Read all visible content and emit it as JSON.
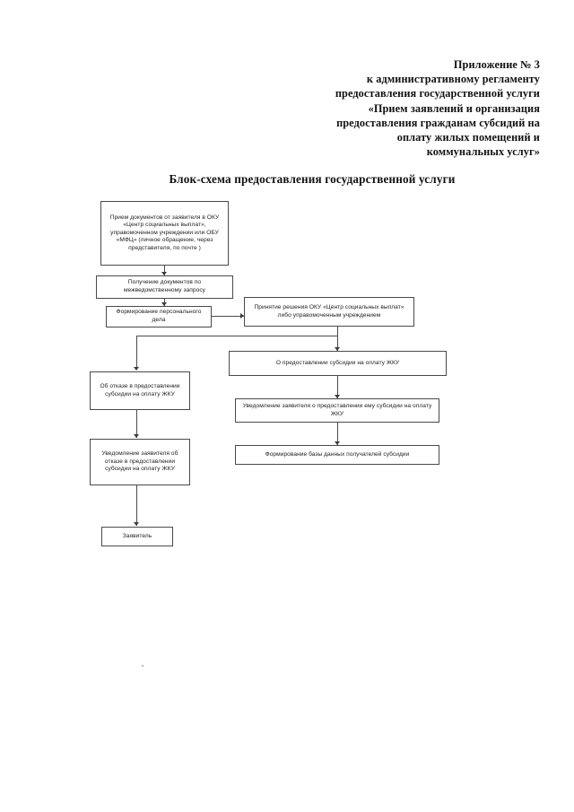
{
  "document": {
    "header_lines": [
      "Приложение № 3",
      "к административному  регламенту",
      "предоставления государственной услуги",
      "«Прием заявлений и организация",
      "предоставления гражданам субсидий на",
      "оплату жилых помещений и",
      "коммунальных услуг»"
    ],
    "title": "Блок-схема предоставления государственной услуги"
  },
  "chart_data": {
    "type": "diagram",
    "title": "Блок-схема предоставления государственной услуги",
    "nodes": [
      {
        "id": "intake",
        "label": "Прием документов от заявителя в ОКУ «Центр социальных выплат», управомоченном учреждении или  ОБУ «МФЦ» (личное обращение, через представителя, по почте )",
        "column": "left"
      },
      {
        "id": "interdept",
        "label": "Получение документов по межведомственному запросу",
        "column": "left"
      },
      {
        "id": "personal-file",
        "label": "Формирование персонального дела",
        "column": "left"
      },
      {
        "id": "decision",
        "label": "Принятие решения ОКУ «Центр социальных выплат» либо управомоченным учреждением",
        "column": "right"
      },
      {
        "id": "refusal",
        "label": "Об отказе в предоставлении субсидии на оплату ЖКУ",
        "column": "left"
      },
      {
        "id": "grant",
        "label": "О предоставлении субсидии на оплату ЖКУ",
        "column": "right"
      },
      {
        "id": "notice-refusal",
        "label": "Уведомление заявителя об отказе в предоставлении субсидии на оплату ЖКУ",
        "column": "left"
      },
      {
        "id": "notice-grant",
        "label": "Уведомление заявителя о предоставлении ему субсидии на оплату ЖКУ",
        "column": "right"
      },
      {
        "id": "database",
        "label": "Формирование базы данных получателей субсидии",
        "column": "right"
      },
      {
        "id": "applicant",
        "label": "Заявитель",
        "column": "left"
      }
    ],
    "edges": [
      {
        "from": "intake",
        "to": "interdept"
      },
      {
        "from": "interdept",
        "to": "personal-file"
      },
      {
        "from": "personal-file",
        "to": "decision"
      },
      {
        "from": "decision",
        "to": "refusal"
      },
      {
        "from": "decision",
        "to": "grant"
      },
      {
        "from": "refusal",
        "to": "notice-refusal"
      },
      {
        "from": "grant",
        "to": "notice-grant"
      },
      {
        "from": "notice-grant",
        "to": "database"
      },
      {
        "from": "notice-refusal",
        "to": "applicant"
      }
    ],
    "colors": {
      "box_border": "#4a4a4a",
      "connector": "#4a4a4a",
      "text": "#1c1c1c",
      "background": "#ffffff"
    }
  }
}
